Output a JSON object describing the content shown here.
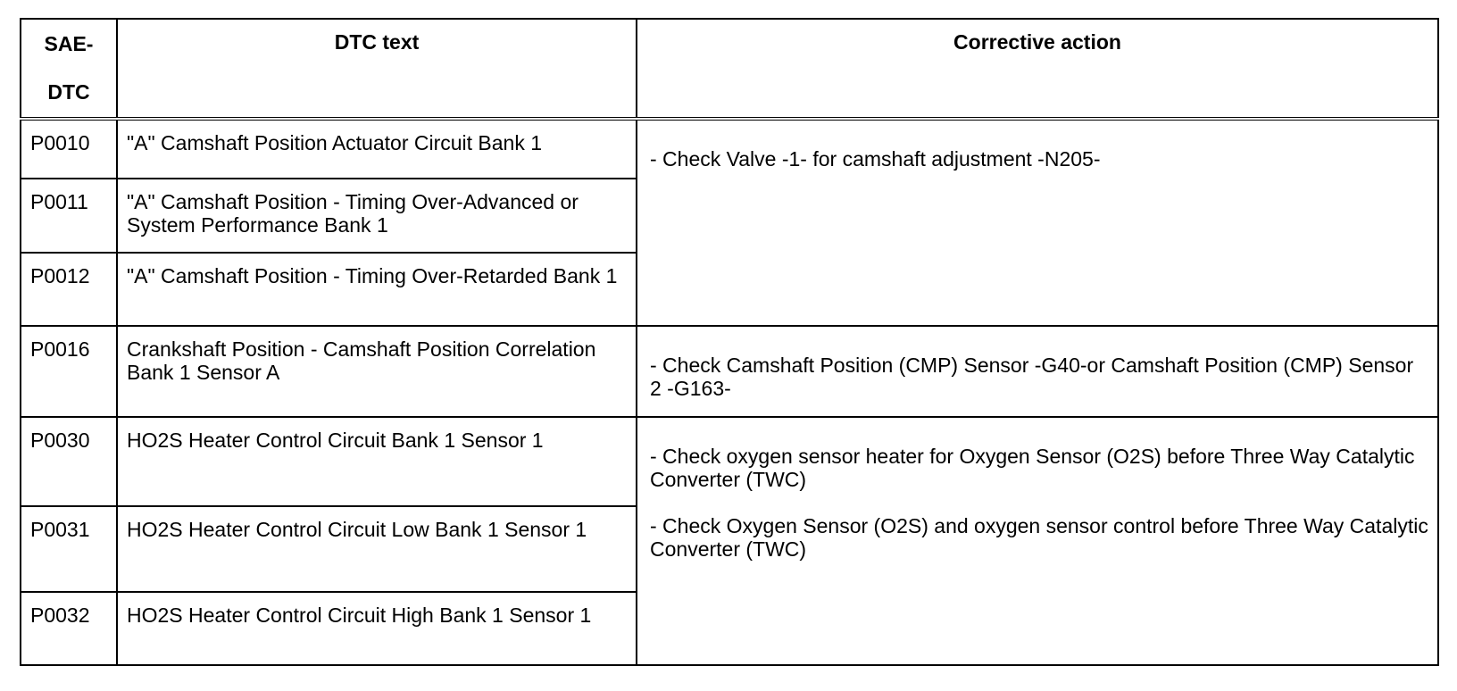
{
  "table": {
    "headers": {
      "code_line1": "SAE-",
      "code_line2": "DTC",
      "text": "DTC text",
      "action": "Corrective action"
    },
    "rows": [
      {
        "code": "P0010",
        "text": "\"A\" Camshaft Position Actuator Circuit Bank 1"
      },
      {
        "code": "P0011",
        "text": "\"A\" Camshaft Position - Timing Over-Advanced or System Performance Bank 1"
      },
      {
        "code": "P0012",
        "text": "\"A\" Camshaft Position - Timing Over-Retarded Bank 1"
      },
      {
        "code": "P0016",
        "text": "Crankshaft Position - Camshaft Position Correlation Bank 1 Sensor A"
      },
      {
        "code": "P0030",
        "text": "HO2S Heater Control Circuit Bank 1 Sensor 1"
      },
      {
        "code": "P0031",
        "text": "HO2S Heater Control Circuit Low Bank 1 Sensor 1"
      },
      {
        "code": "P0032",
        "text": "HO2S Heater Control Circuit High Bank 1 Sensor 1"
      }
    ],
    "actions": {
      "group1": "- Check Valve -1- for camshaft adjustment -N205-",
      "group2": "- Check Camshaft Position (CMP) Sensor -G40-or Camshaft Position (CMP) Sensor 2 -G163-",
      "group3_item1": "- Check oxygen sensor heater for Oxygen Sensor (O2S) before Three Way Catalytic Converter (TWC)",
      "group3_item2": "- Check Oxygen Sensor (O2S) and oxygen sensor control before Three Way Catalytic Converter (TWC)"
    }
  }
}
